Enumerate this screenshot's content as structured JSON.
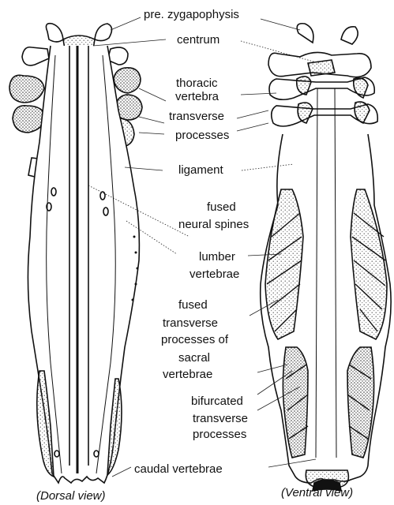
{
  "labels": {
    "pre_zygapophysis": "pre. zygapophysis",
    "centrum": "centrum",
    "thoracic_vertebra_1": "thoracic",
    "thoracic_vertebra_2": "vertebra",
    "transverse_processes_1": "transverse",
    "transverse_processes_2": "processes",
    "ligament": "ligament",
    "fused_neural_spines_1": "fused",
    "fused_neural_spines_2": "neural spines",
    "lumber_vertebrae_1": "lumber",
    "lumber_vertebrae_2": "vertebrae",
    "fused_transverse_1": "fused",
    "fused_transverse_2": "transverse",
    "fused_transverse_3": "processes of",
    "fused_transverse_4": "sacral",
    "fused_transverse_5": "vertebrae",
    "bifurcated_1": "bifurcated",
    "bifurcated_2": "transverse",
    "bifurcated_3": "processes",
    "caudal_vertebrae": "caudal vertebrae"
  },
  "captions": {
    "dorsal": "(Dorsal view)",
    "ventral": "(Ventral view)"
  },
  "colors": {
    "ink": "#111111",
    "stipple": "#9a9a9a"
  }
}
